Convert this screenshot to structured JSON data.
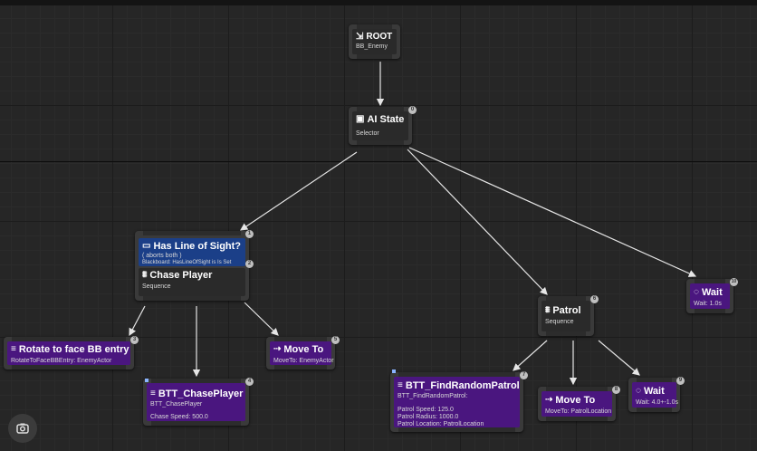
{
  "nodes": {
    "root": {
      "title": "ROOT",
      "sub": "BB_Enemy",
      "icon": "⇲"
    },
    "ai_state": {
      "title": "AI State",
      "sub": "Selector",
      "icon": "▣",
      "badge": "0"
    },
    "has_los": {
      "title": "Has Line of Sight?",
      "aborts": "( aborts both )",
      "detail": "Blackboard: HasLineOfSight is Is Set",
      "icon": "▭",
      "badge": "1"
    },
    "chase_player": {
      "title": "Chase Player",
      "sub": "Sequence",
      "icon": "⩩",
      "badge": "2"
    },
    "rotate": {
      "title": "Rotate to face BB entry",
      "sub": "RotateToFaceBBEntry: EnemyActor",
      "icon": "≡",
      "badge": "3"
    },
    "btt_chase": {
      "title": "BTT_ChasePlayer",
      "sub": "BTT_ChasePlayer",
      "detail": "Chase Speed: 500.0",
      "icon": "≡",
      "badge": "4"
    },
    "move_to_enemy": {
      "title": "Move To",
      "sub": "MoveTo: EnemyActor",
      "icon": "⇢",
      "badge": "5"
    },
    "patrol": {
      "title": "Patrol",
      "sub": "Sequence",
      "icon": "⩩",
      "badge": "6"
    },
    "find_random": {
      "title": "BTT_FindRandomPatrol",
      "sub": "BTT_FindRandomPatrol:",
      "line1": "Patrol Speed: 125.0",
      "line2": "Patrol Radius: 1000.0",
      "line3": "Patrol Location: PatrolLocation",
      "icon": "≡",
      "badge": "7"
    },
    "move_to_patrol": {
      "title": "Move To",
      "sub": "MoveTo: PatrolLocation",
      "icon": "⇢",
      "badge": "8"
    },
    "wait_patrol": {
      "title": "Wait",
      "sub": "Wait: 4.0+-1.0s",
      "icon": "◌",
      "badge": "9"
    },
    "wait_main": {
      "title": "Wait",
      "sub": "Wait: 1.0s",
      "icon": "◌",
      "badge": "10"
    }
  },
  "colors": {
    "task": "#4a167f",
    "decorator": "#1b3f88",
    "composite": "#2a2a2a",
    "edge": "#e6e6e6"
  },
  "overlay": {
    "icon": "lens-camera-icon"
  }
}
